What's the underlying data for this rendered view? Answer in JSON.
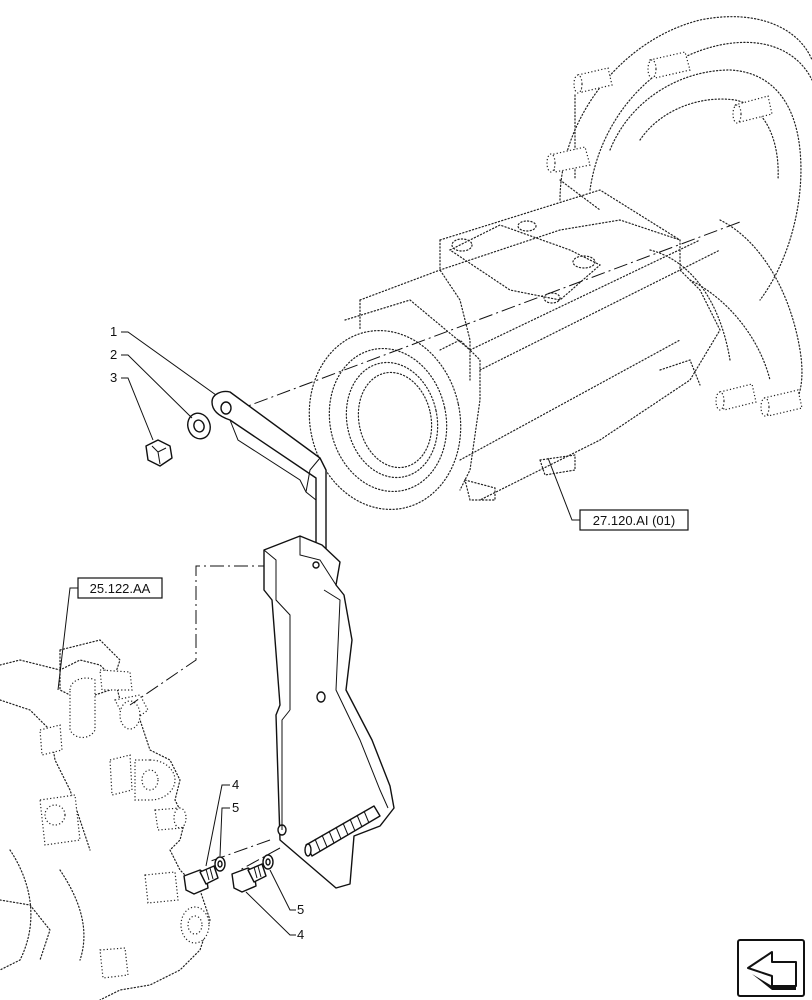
{
  "callouts": {
    "c1": "1",
    "c2": "2",
    "c3": "3",
    "c4a": "4",
    "c5a": "5",
    "c5b": "5",
    "c4b": "4"
  },
  "references": {
    "axle_housing": "27.120.AI (01)",
    "valve_block": "25.122.AA"
  },
  "icons": {
    "navigation": "back-arrow-icon"
  }
}
